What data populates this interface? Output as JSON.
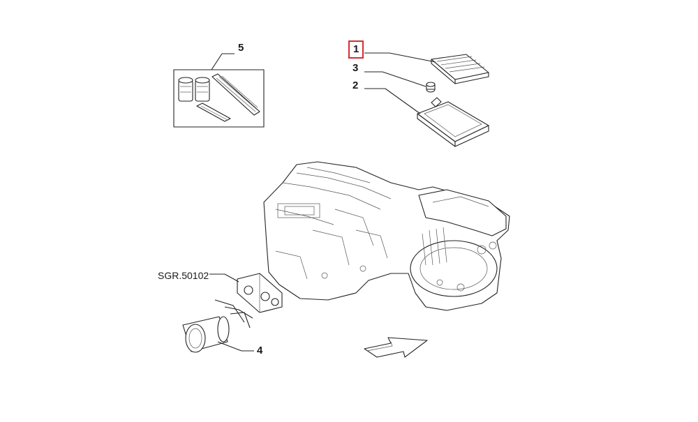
{
  "callouts": {
    "c1": "1",
    "c2": "2",
    "c3": "3",
    "c4": "4",
    "c5": "5",
    "group_ref": "SGR.50102"
  },
  "highlight_color": "#d32f2f",
  "icons": {
    "direction": "forward-arrow-icon"
  }
}
